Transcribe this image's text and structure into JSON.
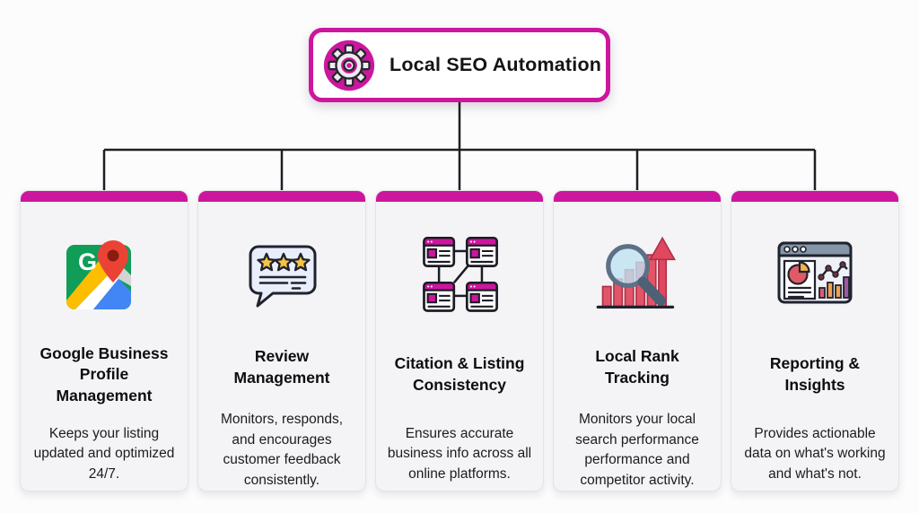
{
  "header": {
    "title": "Local SEO Automation",
    "icon": "gear-icon"
  },
  "colors": {
    "accent_magenta": "#cd169e",
    "card_background": "#f4f4f6",
    "connector_line": "#1f1f23",
    "page_background": "#fcfcfd"
  },
  "cards": [
    {
      "icon": "google-maps-icon",
      "title": "Google Business Profile Management",
      "description": "Keeps your listing updated and optimized 24/7."
    },
    {
      "icon": "review-stars-icon",
      "title": "Review Management",
      "description": "Monitors, responds, and encourages customer feedback consistently."
    },
    {
      "icon": "citation-network-icon",
      "title": "Citation & Listing Consistency",
      "description": "Ensures accurate business info across all online platforms."
    },
    {
      "icon": "rank-tracking-icon",
      "title": "Local Rank Tracking",
      "description": "Monitors your local search performance performance and competitor activity."
    },
    {
      "icon": "reporting-dashboard-icon",
      "title": "Reporting & Insights",
      "description": "Provides actionable data on what's working and what's not."
    }
  ]
}
